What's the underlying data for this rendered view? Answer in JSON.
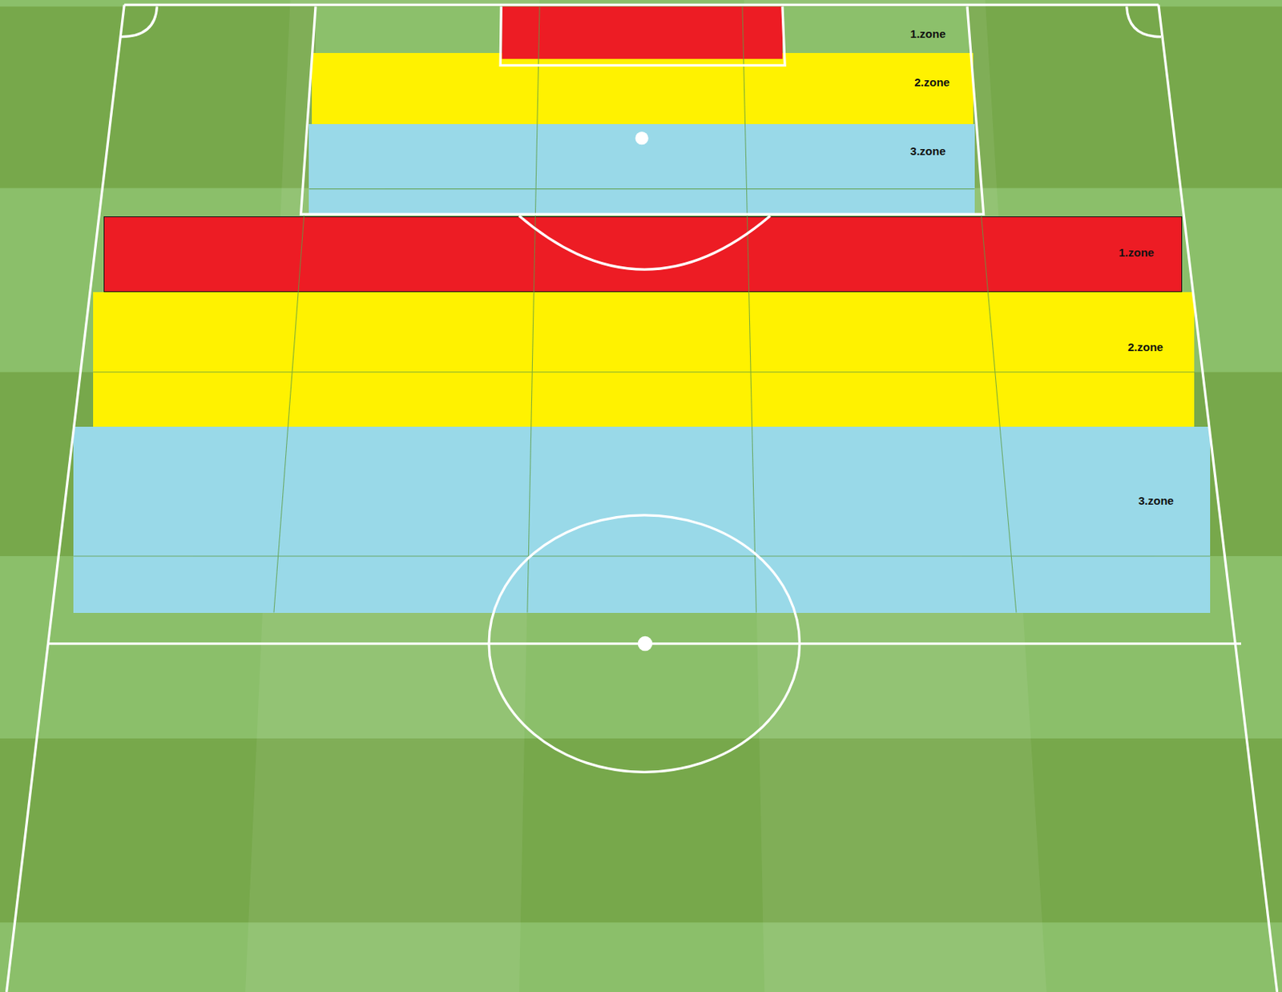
{
  "diagram": {
    "nodes": [
      {
        "text": [
          "1.zone"
        ]
      },
      {
        "text": [
          "2.zone"
        ]
      },
      {
        "text": [
          "3.zone"
        ]
      },
      {
        "text": [
          "1.zone"
        ]
      },
      {
        "text": [
          "2.zone"
        ]
      },
      {
        "text": [
          "3.zone"
        ]
      }
    ]
  }
}
